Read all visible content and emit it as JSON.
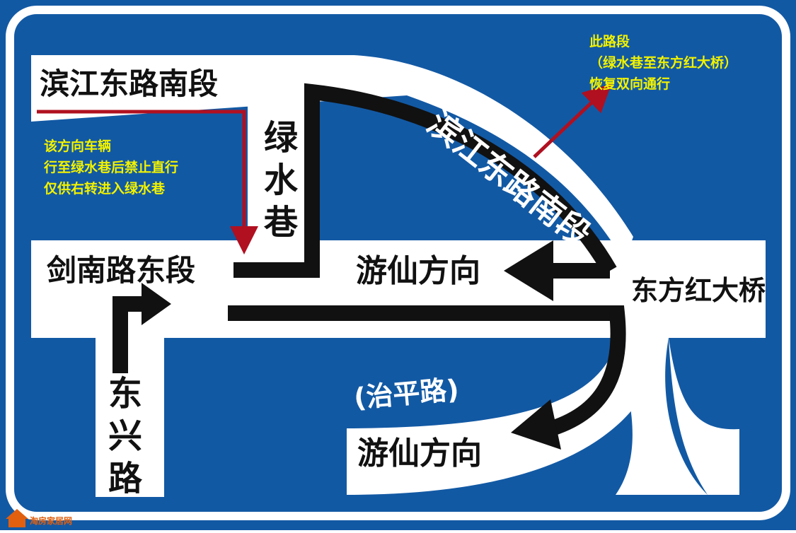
{
  "roads": {
    "binjiang_top_left": "滨江东路南段",
    "binjiang_diagonal": "滨江东路南段",
    "lvshuixiang": "绿水巷",
    "jiannan": "剑南路东段",
    "dongxing": "东兴路",
    "dongfanghong_bridge": "东方红大桥",
    "zhiping": "(治平路)"
  },
  "directions": {
    "youxian_upper": "游仙方向",
    "youxian_lower": "游仙方向"
  },
  "notes": {
    "left_note": [
      "该方向车辆",
      "行至绿水巷后禁止直行",
      "仅供右转进入绿水巷"
    ],
    "right_note": [
      "此路段",
      "（绿水巷至东方红大桥）",
      "恢复双向通行"
    ]
  },
  "watermark": {
    "brand": "淘房家居网"
  },
  "colors": {
    "sign_blue": "#1259a4",
    "road_white": "#ffffff",
    "route_black": "#111111",
    "red_arrow": "#b01020",
    "note_yellow": "#f2f200",
    "brand_orange": "#e06010"
  },
  "icons": [
    "turn-right-arrow-icon",
    "left-arrow-icon",
    "curved-arrow-icon",
    "red-arrow-icon",
    "house-logo-icon"
  ]
}
